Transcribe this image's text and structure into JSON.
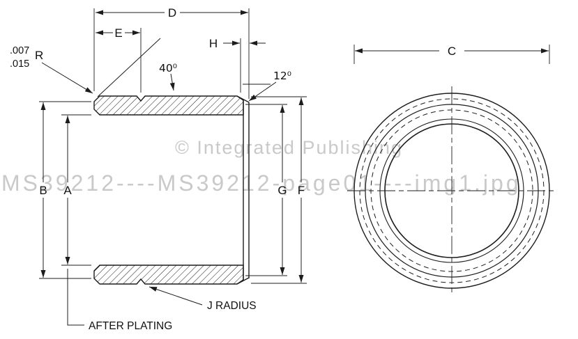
{
  "watermark": {
    "line1": "© Integrated Publishing",
    "line2": "MS39212----MS39212-page01----img1.jpg"
  },
  "labels": {
    "d": "D",
    "e": "E",
    "h": "H",
    "b": "B",
    "a": "A",
    "g": "G",
    "f": "F",
    "c": "C"
  },
  "angles": {
    "chamfer": "40⁰",
    "taper": "12⁰"
  },
  "radius_callout": {
    "max": ".007",
    "min": ".015",
    "symbol": "R"
  },
  "notes": {
    "j_radius": "J RADIUS",
    "after_plating": "AFTER PLATING"
  },
  "colors": {
    "line": "#1c1c1c",
    "watermark": "#c9c9c9"
  }
}
